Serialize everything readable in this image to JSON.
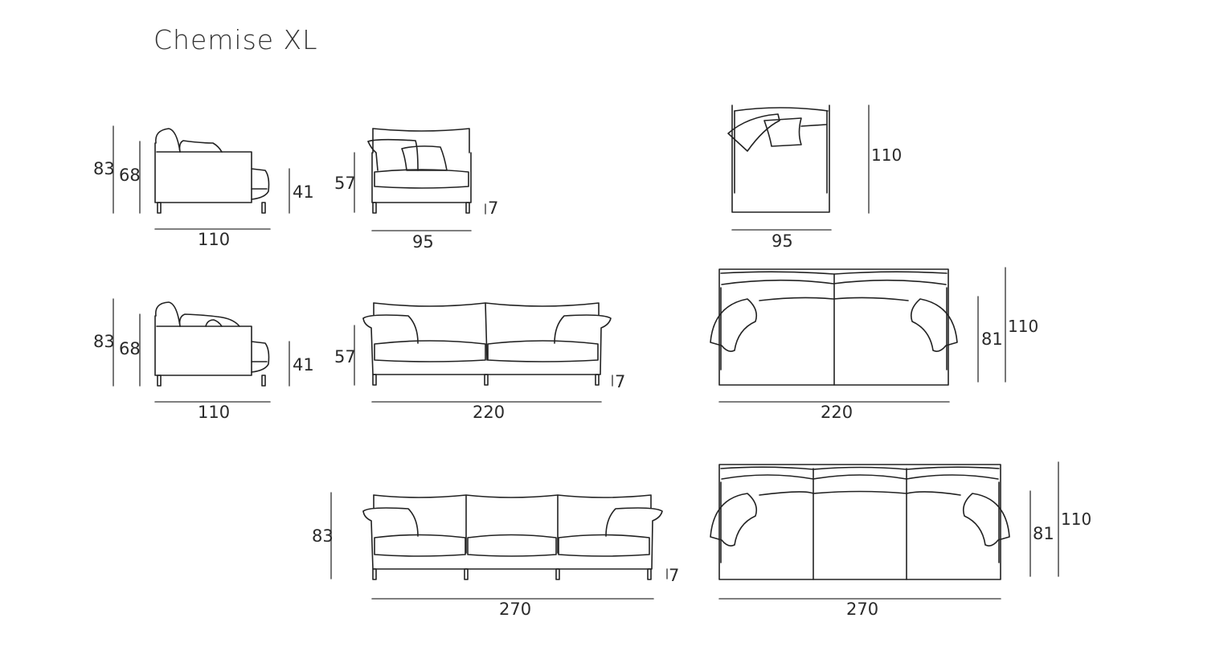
{
  "title": "Chemise XL",
  "views": {
    "armchair_side": {
      "h_total": "83",
      "h_back": "68",
      "h_seat": "41",
      "depth": "110"
    },
    "armchair_front": {
      "h_arm": "57",
      "leg": "7",
      "width": "95"
    },
    "armchair_top": {
      "depth": "110",
      "width": "95"
    },
    "sofa2_side": {
      "h_total": "83",
      "h_back": "68",
      "h_seat": "41",
      "depth": "110"
    },
    "sofa2_front": {
      "h_arm": "57",
      "leg": "7",
      "width": "220"
    },
    "sofa2_top": {
      "inner_depth": "81",
      "depth": "110",
      "width": "220"
    },
    "sofa3_front": {
      "h_total": "83",
      "leg": "7",
      "width": "270"
    },
    "sofa3_top": {
      "inner_depth": "81",
      "depth": "110",
      "width": "270"
    }
  }
}
